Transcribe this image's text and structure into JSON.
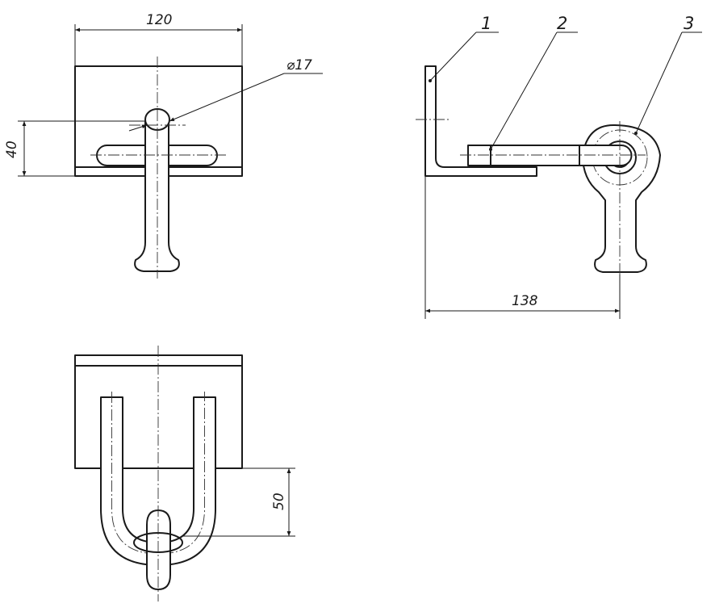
{
  "dimensions": {
    "width_top": "120",
    "diameter": "⌀17",
    "height_left": "40",
    "length_side": "138",
    "height_bottom": "50"
  },
  "position_labels": [
    "1",
    "2",
    "3"
  ]
}
